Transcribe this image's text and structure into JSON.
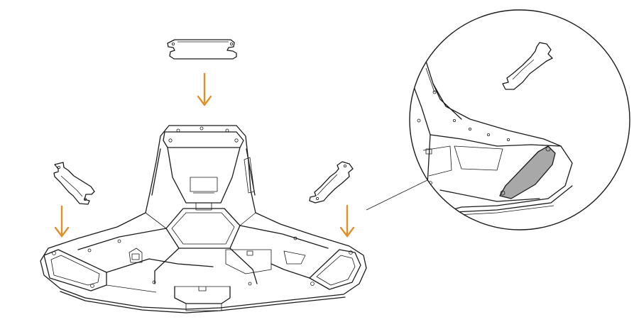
{
  "colors": {
    "arrow": "#e0902a",
    "line": "#1a1a1a",
    "highlight_pad": "#a8a8a8",
    "background": "#ffffff"
  },
  "parts": {
    "main_body": "robot-base-underside",
    "pads": [
      "top-pad",
      "left-pad",
      "right-pad"
    ],
    "arrows": [
      "top-arrow",
      "left-arrow",
      "right-arrow"
    ],
    "detail": "magnified-pad-detail"
  }
}
